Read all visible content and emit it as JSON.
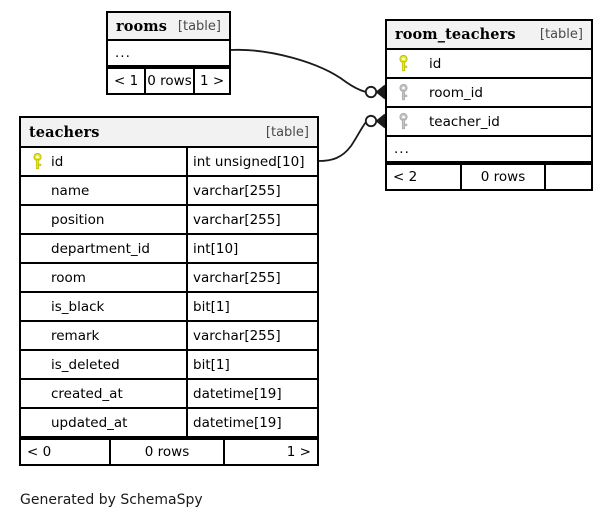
{
  "diagram": {
    "caption": "Generated by SchemaSpy",
    "table_tag": "[table]",
    "ellipsis": "...",
    "icons": {
      "primary_key": "key-icon",
      "foreign_key": "key-icon"
    },
    "colors": {
      "primary_key": "#e8e81e",
      "foreign_key": "#c4c4c4",
      "border": "#000000",
      "header_bg": "#f2f2f2",
      "background": "#ffffff"
    }
  },
  "tables": [
    {
      "id": "rooms",
      "name": "rooms",
      "tag": "[table]",
      "has_ellipsis": true,
      "columns": [],
      "footer": {
        "prev": "< 1",
        "rows": "0 rows",
        "next": "1 >"
      }
    },
    {
      "id": "room_teachers",
      "name": "room_teachers",
      "tag": "[table]",
      "has_ellipsis": true,
      "columns": [
        {
          "key": "primary",
          "name": "id",
          "type": ""
        },
        {
          "key": "foreign",
          "name": "room_id",
          "type": ""
        },
        {
          "key": "foreign",
          "name": "teacher_id",
          "type": ""
        }
      ],
      "footer": {
        "prev": "< 2",
        "rows": "0 rows",
        "next": ""
      }
    },
    {
      "id": "teachers",
      "name": "teachers",
      "tag": "[table]",
      "has_ellipsis": false,
      "columns": [
        {
          "key": "primary",
          "name": "id",
          "type": "int unsigned[10]"
        },
        {
          "key": "none",
          "name": "name",
          "type": "varchar[255]"
        },
        {
          "key": "none",
          "name": "position",
          "type": "varchar[255]"
        },
        {
          "key": "none",
          "name": "department_id",
          "type": "int[10]"
        },
        {
          "key": "none",
          "name": "room",
          "type": "varchar[255]"
        },
        {
          "key": "none",
          "name": "is_black",
          "type": "bit[1]"
        },
        {
          "key": "none",
          "name": "remark",
          "type": "varchar[255]"
        },
        {
          "key": "none",
          "name": "is_deleted",
          "type": "bit[1]"
        },
        {
          "key": "none",
          "name": "created_at",
          "type": "datetime[19]"
        },
        {
          "key": "none",
          "name": "updated_at",
          "type": "datetime[19]"
        }
      ],
      "footer": {
        "prev": "< 0",
        "rows": "0 rows",
        "next": "1 >"
      }
    }
  ],
  "relationships": [
    {
      "from_table": "rooms",
      "from_column": "...",
      "to_table": "room_teachers",
      "to_column": "room_id",
      "notation": "zero-or-many"
    },
    {
      "from_table": "teachers",
      "from_column": "id",
      "to_table": "room_teachers",
      "to_column": "teacher_id",
      "notation": "zero-or-many"
    }
  ]
}
